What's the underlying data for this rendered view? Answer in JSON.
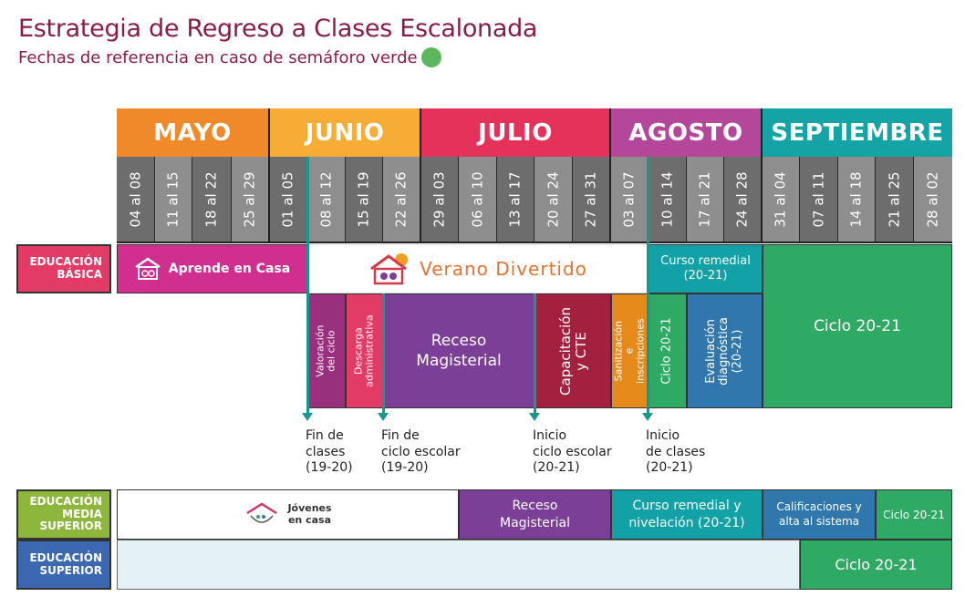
{
  "header": {
    "title": "Estrategia de Regreso a Clases Escalonada",
    "subtitle": "Fechas de referencia en caso de semáforo verde",
    "status_dot_color": "#5cb85c"
  },
  "months": [
    {
      "label": "MAYO",
      "color": "#f0892a",
      "weeks": 4
    },
    {
      "label": "JUNIO",
      "color": "#f6ac35",
      "weeks": 4
    },
    {
      "label": "JULIO",
      "color": "#e5325a",
      "weeks": 5
    },
    {
      "label": "AGOSTO",
      "color": "#b5479b",
      "weeks": 4
    },
    {
      "label": "SEPTIEMBRE",
      "color": "#15a4a6",
      "weeks": 5
    }
  ],
  "weeks": [
    "04 al 08",
    "11 al 15",
    "18 al 22",
    "25 al 29",
    "01 al 05",
    "08 al 12",
    "15 al 19",
    "22 al 26",
    "29 al 03",
    "06 al 10",
    "13 al 17",
    "20 al 24",
    "27 al 31",
    "03 al 07",
    "10 al 14",
    "17 al 21",
    "24 al 28",
    "31 al 04",
    "07 al 11",
    "14 al 18",
    "21 al 25",
    "28 al 02"
  ],
  "rows": {
    "basica": {
      "label": "EDUCACIÓN BÁSICA",
      "color": "#e23b66",
      "aprende": "Aprende en Casa",
      "verano": "Verano Divertido",
      "curso_remedial": "Curso remedial (20-21)",
      "valoracion": "Valoración del ciclo",
      "descarga": "Descarga administrativa",
      "receso": "Receso Magisterial",
      "capacitacion": "Capacitación y CTE",
      "sanitizacion": "Sanitización e inscripciones",
      "ciclo_small": "Ciclo 20-21",
      "evaluacion": "Evaluación diagnóstica (20-21)",
      "ciclo": "Ciclo 20-21"
    },
    "media_superior": {
      "label": "EDUCACIÓN MEDIA SUPERIOR",
      "color": "#8db63c",
      "jovenes": "Jóvenes en casa",
      "receso": "Receso Magisterial",
      "curso": "Curso remedial y nivelación (20-21)",
      "calificaciones": "Calificaciones y alta al sistema",
      "ciclo": "Ciclo 20-21"
    },
    "superior": {
      "label": "EDUCACIÓN SUPERIOR",
      "color": "#3c68b1",
      "ciclo": "Ciclo 20-21"
    }
  },
  "milestones": [
    {
      "label": "Fin de\nclases\n(19-20)"
    },
    {
      "label": "Fin de\nciclo escolar\n(19-20)"
    },
    {
      "label": "Inicio\nciclo escolar\n(20-21)"
    },
    {
      "label": "Inicio\nde clases\n(20-21)"
    }
  ],
  "colors": {
    "magenta": "#d12f8f",
    "purple": "#7b3f98",
    "plum": "#9a2f7e",
    "crimson": "#a3203f",
    "orange": "#e68a1c",
    "green": "#2eaa64",
    "blue": "#2f77ad",
    "teal": "#12a1a6",
    "marker": "#16978f"
  }
}
